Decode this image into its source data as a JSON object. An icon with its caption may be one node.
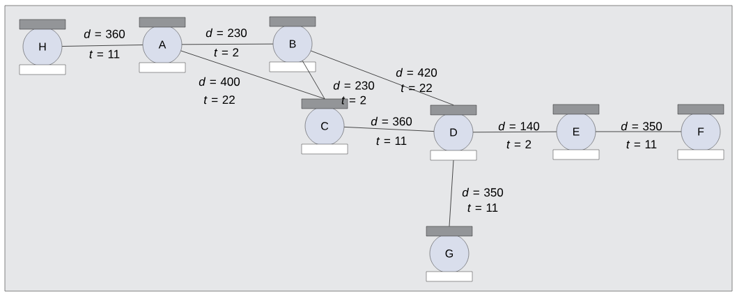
{
  "diagram": {
    "nodes": [
      {
        "text": [
          "H"
        ]
      },
      {
        "text": [
          "A"
        ]
      },
      {
        "text": [
          "B"
        ]
      },
      {
        "text": [
          "C"
        ]
      },
      {
        "text": [
          "D"
        ]
      },
      {
        "text": [
          "E"
        ]
      },
      {
        "text": [
          "F"
        ]
      },
      {
        "text": [
          "G"
        ]
      }
    ],
    "edges": [
      {
        "from": 0,
        "to": 1,
        "arrow": "none",
        "label": "*d* = 360 *t* = 11"
      },
      {
        "from": 1,
        "to": 2,
        "arrow": "none",
        "label": "*d* = 230 *t* = 2"
      },
      {
        "from": 1,
        "to": 3,
        "arrow": "none",
        "label": "*d* = 400 *t* = 22"
      },
      {
        "from": 2,
        "to": 3,
        "arrow": "none",
        "label": "*d* = 230 *t* = 2"
      },
      {
        "from": 2,
        "to": 4,
        "arrow": "none",
        "label": "*d* = 420 *t* = 22"
      },
      {
        "from": 3,
        "to": 4,
        "arrow": "none",
        "label": "*d* = 360 *t* = 11"
      },
      {
        "from": 4,
        "to": 5,
        "arrow": "none",
        "label": "*d* = 140 *t* = 2"
      },
      {
        "from": 5,
        "to": 6,
        "arrow": "none",
        "label": "*d* = 350 *t* = 11"
      },
      {
        "from": 4,
        "to": 7,
        "arrow": "none",
        "label": "*d* = 350 *t* = 11"
      }
    ]
  }
}
